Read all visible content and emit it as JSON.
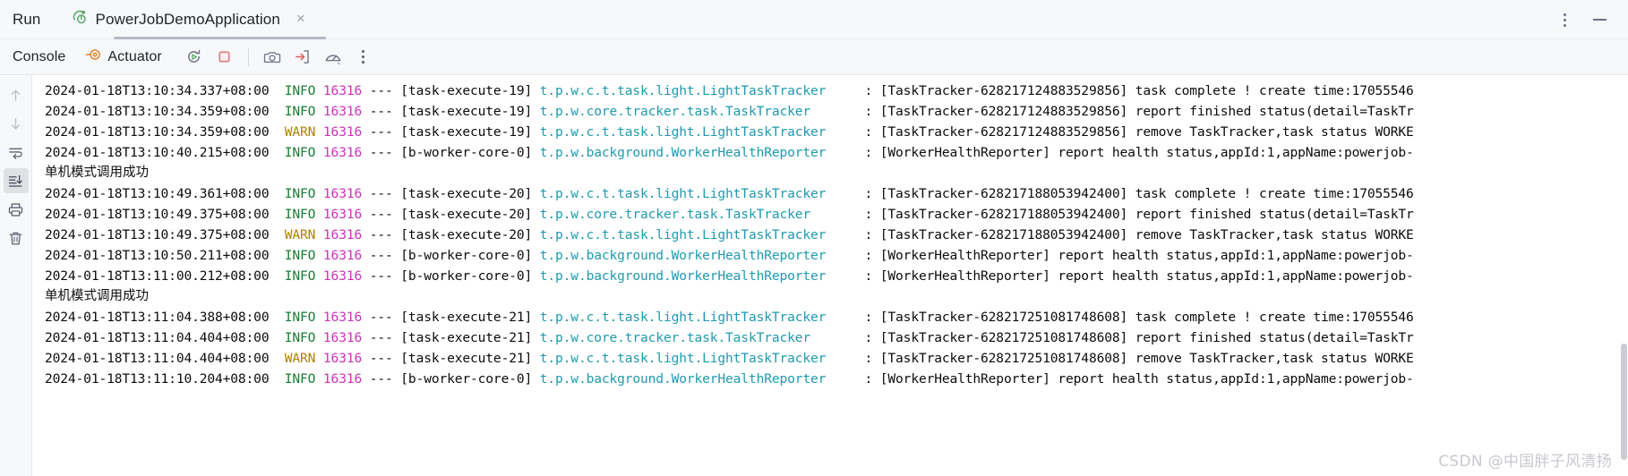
{
  "window": {
    "run_label": "Run",
    "tab_title": "PowerJobDemoApplication",
    "close_glyph": "×",
    "more_options_title": "more-options",
    "minimize_title": "hide"
  },
  "toolbar": {
    "console_tab": "Console",
    "actuator_tab": "Actuator",
    "icons": [
      {
        "name": "rerun-icon",
        "title": "Rerun"
      },
      {
        "name": "stop-icon",
        "title": "Stop"
      },
      {
        "name": "camera-icon",
        "title": "Capture Memory Snapshot"
      },
      {
        "name": "import-icon",
        "title": "Import"
      },
      {
        "name": "gauge-icon",
        "title": "Profiler"
      },
      {
        "name": "more-dots-icon",
        "title": "More"
      }
    ]
  },
  "gutter": {
    "items": [
      {
        "name": "scroll-up-icon",
        "title": "Up",
        "active": false
      },
      {
        "name": "scroll-down-icon",
        "title": "Down",
        "active": false
      },
      {
        "name": "soft-wrap-icon",
        "title": "Soft-Wrap",
        "active": false
      },
      {
        "name": "scroll-to-end-icon",
        "title": "Scroll to End",
        "active": true
      },
      {
        "name": "print-icon",
        "title": "Print",
        "active": false
      },
      {
        "name": "trash-icon",
        "title": "Clear All",
        "active": false
      }
    ]
  },
  "colors": {
    "info": "#1d7a34",
    "warn": "#b08000",
    "pid": "#cc33bb",
    "logger": "#1f9ab0",
    "text": "#0b0c0e",
    "panel_bg": "#f7f8fa",
    "console_bg": "#ffffff",
    "accent_orange": "#e8802a",
    "accent_green": "#59a869",
    "accent_red": "#db5c5c"
  },
  "log": {
    "lines": [
      {
        "type": "entry",
        "timestamp": "2024-01-18T13:10:34.337+08:00",
        "level": "INFO",
        "pid": "16316",
        "sep": "---",
        "thread": "[task-execute-19]",
        "logger": "t.p.w.c.t.task.light.LightTaskTracker",
        "message": ": [TaskTracker-628217124883529856] task complete ! create time:17055546"
      },
      {
        "type": "entry",
        "timestamp": "2024-01-18T13:10:34.359+08:00",
        "level": "INFO",
        "pid": "16316",
        "sep": "---",
        "thread": "[task-execute-19]",
        "logger": "t.p.w.core.tracker.task.TaskTracker",
        "message": ": [TaskTracker-628217124883529856] report finished status(detail=TaskTr"
      },
      {
        "type": "entry",
        "timestamp": "2024-01-18T13:10:34.359+08:00",
        "level": "WARN",
        "pid": "16316",
        "sep": "---",
        "thread": "[task-execute-19]",
        "logger": "t.p.w.c.t.task.light.LightTaskTracker",
        "message": ": [TaskTracker-628217124883529856] remove TaskTracker,task status WORKE"
      },
      {
        "type": "entry",
        "timestamp": "2024-01-18T13:10:40.215+08:00",
        "level": "INFO",
        "pid": "16316",
        "sep": "---",
        "thread": "[b-worker-core-0]",
        "logger": "t.p.w.background.WorkerHealthReporter",
        "message": ": [WorkerHealthReporter] report health status,appId:1,appName:powerjob-"
      },
      {
        "type": "plain",
        "text": "单机模式调用成功"
      },
      {
        "type": "entry",
        "timestamp": "2024-01-18T13:10:49.361+08:00",
        "level": "INFO",
        "pid": "16316",
        "sep": "---",
        "thread": "[task-execute-20]",
        "logger": "t.p.w.c.t.task.light.LightTaskTracker",
        "message": ": [TaskTracker-628217188053942400] task complete ! create time:17055546"
      },
      {
        "type": "entry",
        "timestamp": "2024-01-18T13:10:49.375+08:00",
        "level": "INFO",
        "pid": "16316",
        "sep": "---",
        "thread": "[task-execute-20]",
        "logger": "t.p.w.core.tracker.task.TaskTracker",
        "message": ": [TaskTracker-628217188053942400] report finished status(detail=TaskTr"
      },
      {
        "type": "entry",
        "timestamp": "2024-01-18T13:10:49.375+08:00",
        "level": "WARN",
        "pid": "16316",
        "sep": "---",
        "thread": "[task-execute-20]",
        "logger": "t.p.w.c.t.task.light.LightTaskTracker",
        "message": ": [TaskTracker-628217188053942400] remove TaskTracker,task status WORKE"
      },
      {
        "type": "entry",
        "timestamp": "2024-01-18T13:10:50.211+08:00",
        "level": "INFO",
        "pid": "16316",
        "sep": "---",
        "thread": "[b-worker-core-0]",
        "logger": "t.p.w.background.WorkerHealthReporter",
        "message": ": [WorkerHealthReporter] report health status,appId:1,appName:powerjob-"
      },
      {
        "type": "entry",
        "timestamp": "2024-01-18T13:11:00.212+08:00",
        "level": "INFO",
        "pid": "16316",
        "sep": "---",
        "thread": "[b-worker-core-0]",
        "logger": "t.p.w.background.WorkerHealthReporter",
        "message": ": [WorkerHealthReporter] report health status,appId:1,appName:powerjob-"
      },
      {
        "type": "plain",
        "text": "单机模式调用成功"
      },
      {
        "type": "entry",
        "timestamp": "2024-01-18T13:11:04.388+08:00",
        "level": "INFO",
        "pid": "16316",
        "sep": "---",
        "thread": "[task-execute-21]",
        "logger": "t.p.w.c.t.task.light.LightTaskTracker",
        "message": ": [TaskTracker-628217251081748608] task complete ! create time:17055546"
      },
      {
        "type": "entry",
        "timestamp": "2024-01-18T13:11:04.404+08:00",
        "level": "INFO",
        "pid": "16316",
        "sep": "---",
        "thread": "[task-execute-21]",
        "logger": "t.p.w.core.tracker.task.TaskTracker",
        "message": ": [TaskTracker-628217251081748608] report finished status(detail=TaskTr"
      },
      {
        "type": "entry",
        "timestamp": "2024-01-18T13:11:04.404+08:00",
        "level": "WARN",
        "pid": "16316",
        "sep": "---",
        "thread": "[task-execute-21]",
        "logger": "t.p.w.c.t.task.light.LightTaskTracker",
        "message": ": [TaskTracker-628217251081748608] remove TaskTracker,task status WORKE"
      },
      {
        "type": "entry",
        "timestamp": "2024-01-18T13:11:10.204+08:00",
        "level": "INFO",
        "pid": "16316",
        "sep": "---",
        "thread": "[b-worker-core-0]",
        "logger": "t.p.w.background.WorkerHealthReporter",
        "message": ": [WorkerHealthReporter] report health status,appId:1,appName:powerjob-"
      }
    ]
  },
  "watermark": "CSDN @中国胖子风清扬"
}
